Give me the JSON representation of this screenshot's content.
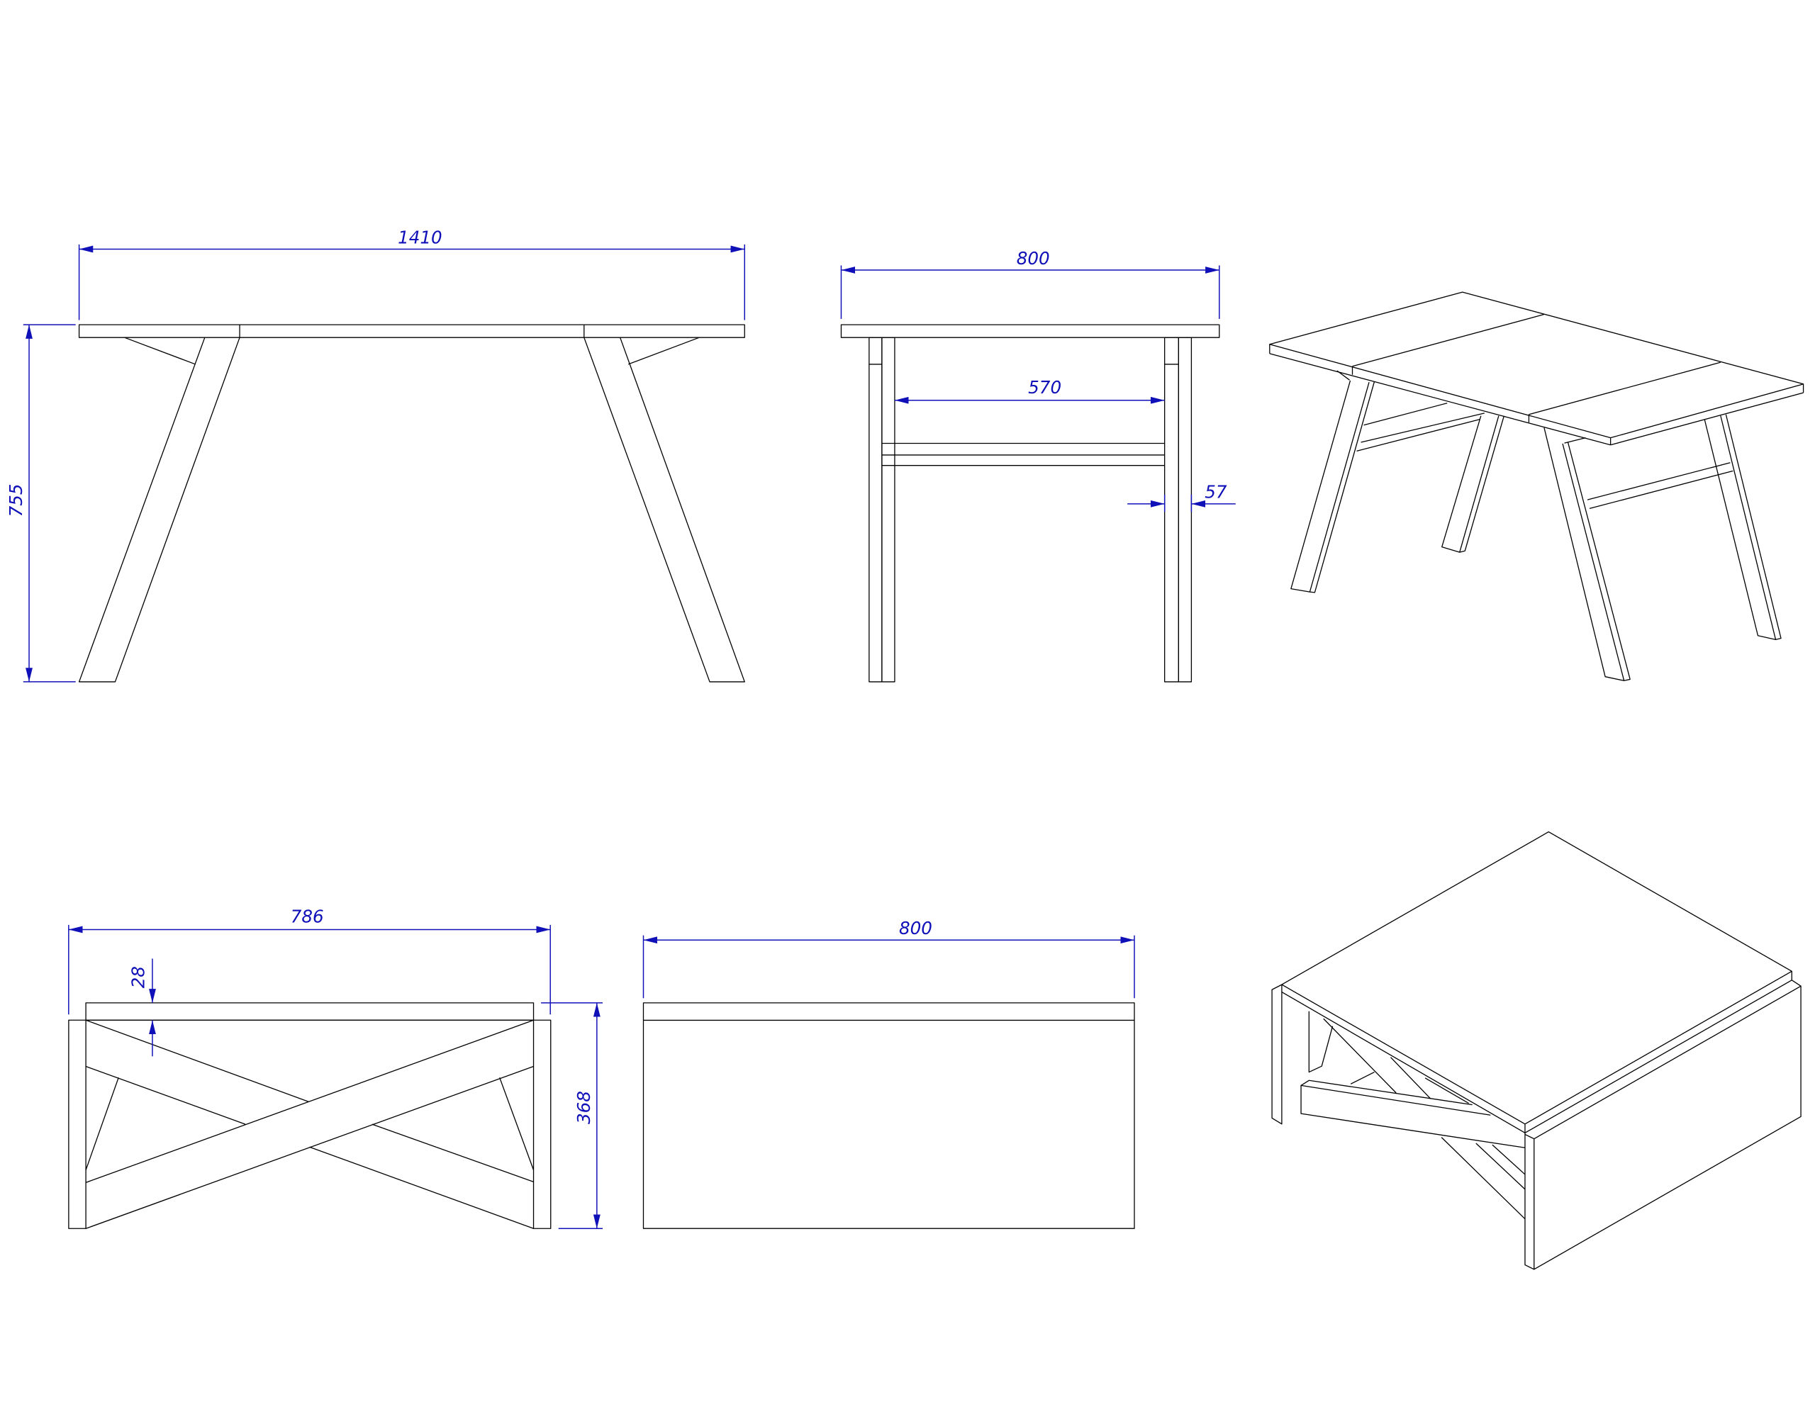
{
  "drawing": {
    "accent_color": "#1010b8",
    "line_color": "#000000",
    "views": {
      "front_view": {
        "dims": {
          "length": "1410",
          "height": "755"
        }
      },
      "side_view": {
        "dims": {
          "width": "800",
          "inner_span": "570",
          "leg_width": "57"
        }
      },
      "folded_side_view": {
        "dims": {
          "length": "786",
          "top_thickness": "28",
          "height": "368"
        }
      },
      "folded_front_view": {
        "dims": {
          "width": "800"
        }
      }
    }
  }
}
